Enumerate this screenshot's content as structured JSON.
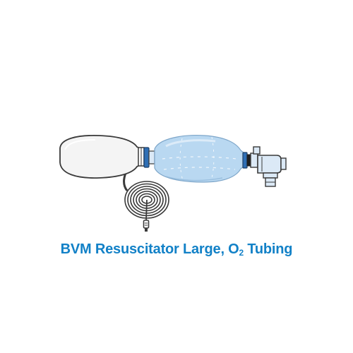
{
  "caption": {
    "main": "BVM Resuscitator Large, O",
    "subscript": "2",
    "suffix": " Tubing"
  },
  "colors": {
    "outline": "#3a3a3a",
    "reservoir_fill": "#f4f4f4",
    "bag_fill": "#b9d8f1",
    "bag_highlight": "#dcebf8",
    "connector_blue": "#2f6fb5",
    "valve_fill": "#dbe9f6",
    "caption_blue": "#1281c7"
  },
  "icons": {
    "reservoir": "reservoir-bag-icon",
    "bag": "squeeze-bag-icon",
    "valve": "patient-valve-icon",
    "tubing": "oxygen-tubing-coil-icon"
  }
}
